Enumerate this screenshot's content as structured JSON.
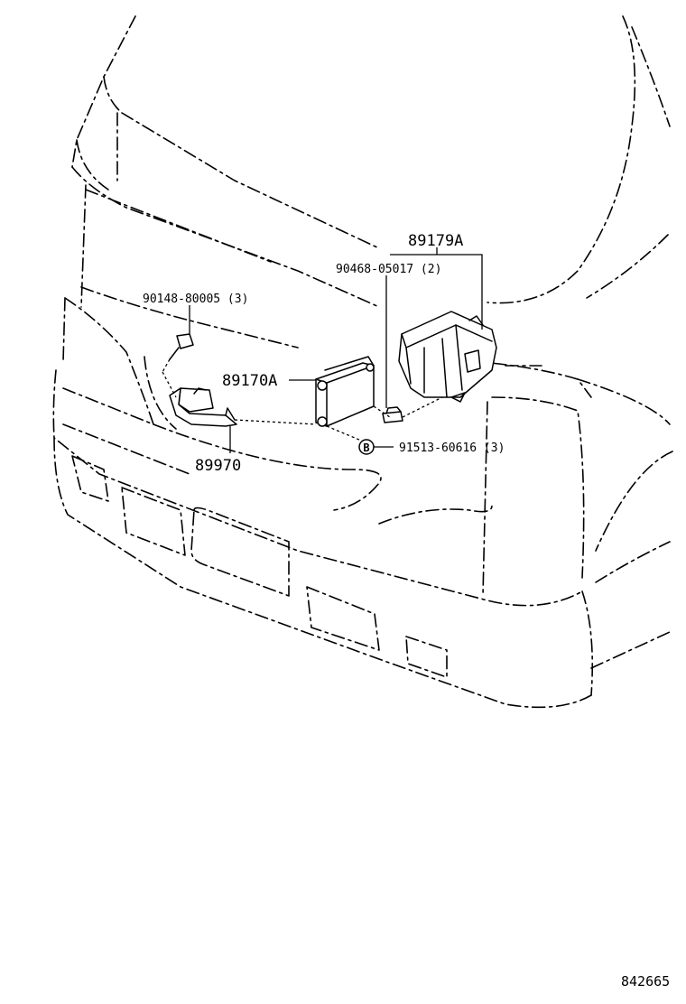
{
  "diagram": {
    "part_labels": {
      "bracket_assembly": "89179A",
      "clip": "90468-05017 (2)",
      "bolt": "90148-80005 (3)",
      "sensor": "89170A",
      "nut_symbol": "B",
      "nut": "91513-60616 (3)",
      "sensor_bracket": "89970"
    },
    "figure_number": "842665"
  }
}
